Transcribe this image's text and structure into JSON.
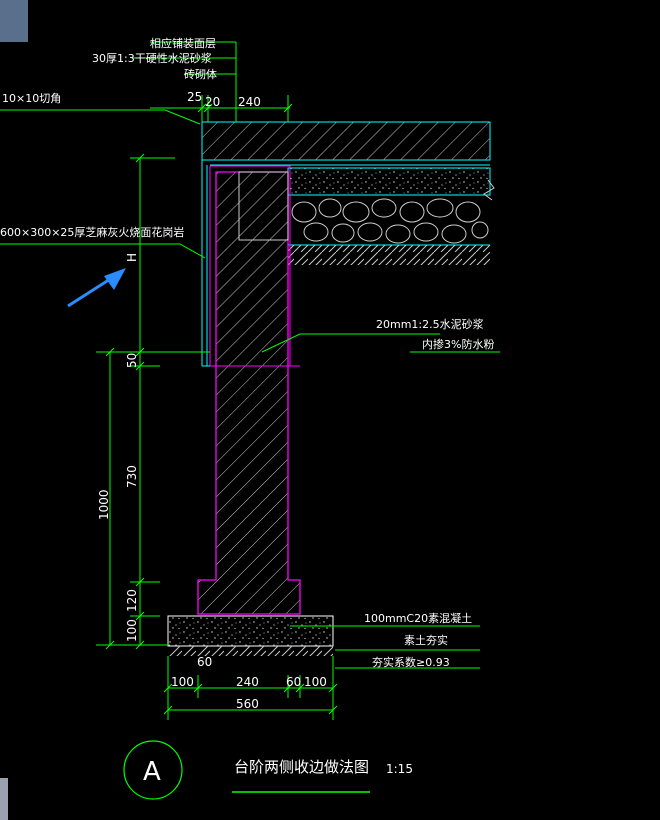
{
  "labels": {
    "mat1": "相应铺装面层",
    "mat2": "30厚1:3干硬性水泥砂浆",
    "mat3": "砖砌体",
    "chamfer": "10×10切角",
    "granite": "600×300×25厚芝麻灰火烧面花岗岩",
    "mortar1": "20mm1:2.5水泥砂浆",
    "mortar2": "内掺3%防水粉",
    "concrete": "100mmC20素混凝土",
    "soil": "素土夯实",
    "compaction": "夯实系数≥0.93",
    "title": "台阶两侧收边做法图",
    "scale": "1:15",
    "circle": "A"
  },
  "dims": {
    "d25": "25",
    "d20": "20",
    "d240top": "240",
    "dH": "H",
    "d50": "50",
    "d730": "730",
    "d1000": "1000",
    "d120": "120",
    "d100v": "100",
    "d60": "60",
    "b100a": "100",
    "b240": "240",
    "b60": "60",
    "b100b": "100",
    "b560": "560"
  },
  "colors": {
    "leader": "#00ff00",
    "wall": "#ff00ff",
    "outline": "#00ffff",
    "text": "#ffffff",
    "hatch": "#c8c8c8",
    "arrow": "#2a8cff"
  }
}
